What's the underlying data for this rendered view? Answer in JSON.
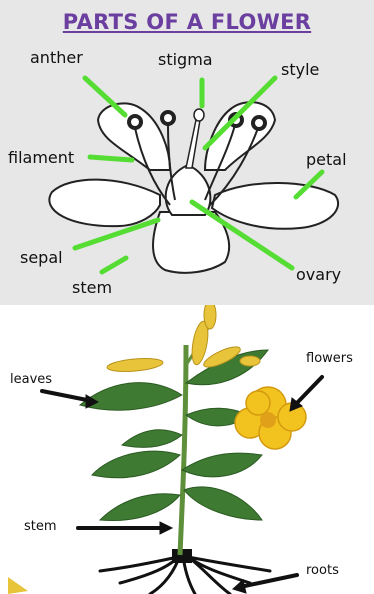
{
  "diagram_top": {
    "title": "PARTS OF A FLOWER",
    "labels": {
      "anther": "anther",
      "stigma": "stigma",
      "style": "style",
      "filament": "filament",
      "petal": "petal",
      "sepal": "sepal",
      "stem": "stem",
      "ovary": "ovary"
    },
    "arrow_color": "#55dd33"
  },
  "diagram_bottom": {
    "labels": {
      "leaves": "leaves",
      "flowers": "flowers",
      "stem": "stem",
      "roots": "roots"
    },
    "colors": {
      "leaf": "#3f7a32",
      "flower": "#f2c21e",
      "roots": "#111111"
    }
  }
}
